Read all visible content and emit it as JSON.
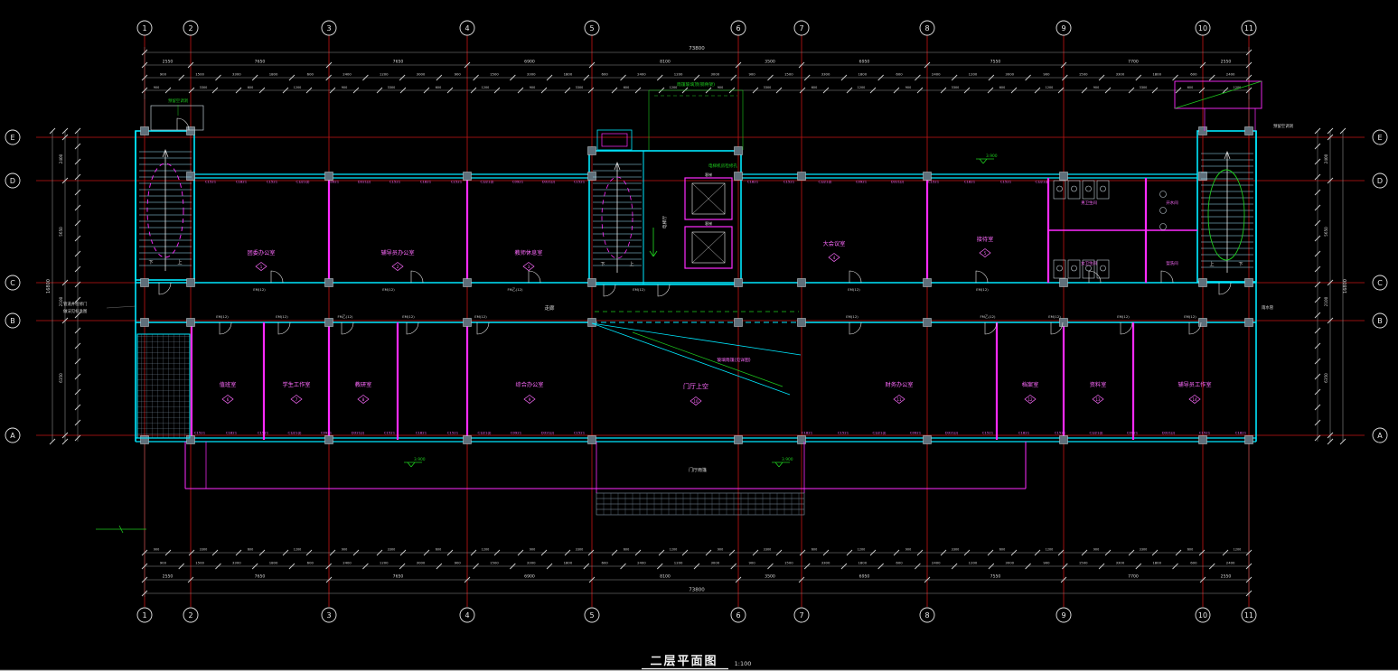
{
  "drawing": {
    "title": "二层平面图",
    "scale": "1:100"
  },
  "grid": {
    "top_labels": [
      "1",
      "2",
      "3",
      "4",
      "5",
      "6",
      "7",
      "8",
      "9",
      "10",
      "11"
    ],
    "bottom_labels": [
      "1",
      "2",
      "3",
      "4",
      "5",
      "6",
      "7",
      "8",
      "9",
      "10",
      "11"
    ],
    "left_labels": [
      "E",
      "D",
      "C",
      "B",
      "A"
    ],
    "right_labels": [
      "E",
      "D",
      "C",
      "B",
      "A"
    ]
  },
  "rooms": {
    "top": [
      {
        "name": "团委办公室",
        "tag": "1"
      },
      {
        "name": "辅导员办公室",
        "tag": "2"
      },
      {
        "name": "教师休息室",
        "tag": "3"
      },
      {
        "name": "大会议室",
        "tag": "4"
      },
      {
        "name": "接待室",
        "tag": "5"
      }
    ],
    "service": [
      {
        "name": "男卫生间"
      },
      {
        "name": "女卫生间"
      },
      {
        "name": "开水间"
      },
      {
        "name": "盥洗间"
      }
    ],
    "bottom": [
      {
        "name": "值班室",
        "tag": "6"
      },
      {
        "name": "学生工作室",
        "tag": "7"
      },
      {
        "name": "教研室",
        "tag": "8"
      },
      {
        "name": "综合办公室",
        "tag": "9"
      },
      {
        "name": "门厅上空",
        "tag": "10"
      },
      {
        "name": "财务办公室",
        "tag": "11"
      },
      {
        "name": "档案室",
        "tag": "12"
      },
      {
        "name": "资料室",
        "tag": "13"
      },
      {
        "name": "辅导员工作室",
        "tag": "14"
      }
    ]
  },
  "stairs": {
    "up": "上",
    "down": "下"
  },
  "elevator": {
    "label": "客梯",
    "hall": "电梯厅"
  },
  "corridor_label": "走廊",
  "annotations": {
    "glass_canopy": "雨篷玻璃顶(钢骨架)",
    "hatch_note": "电梯机房检修孔",
    "canopy_note": "玻璃雨篷(见详图)",
    "entrance_canopy": "门厅雨篷",
    "left_note1": "管道井检修门",
    "left_note2": "做法见标准图",
    "roof_note_left": "预留空调洞",
    "roof_note_right": "预留空调洞",
    "rain_pipe": "雨水管"
  },
  "levels": [
    {
      "value": "3.900"
    },
    {
      "value": "3.900"
    },
    {
      "value": "3.900"
    }
  ],
  "dimensions": {
    "overall_top": "73800",
    "overall_bottom": "73800",
    "overall_left": "16800",
    "overall_right": "16800",
    "spans_top": [
      "2550",
      "7650",
      "7650",
      "6900",
      "8100",
      "3500",
      "6950",
      "7550",
      "7700",
      "2550"
    ],
    "spans_bottom": [
      "2550",
      "7650",
      "7650",
      "6900",
      "8100",
      "3500",
      "6950",
      "7550",
      "7700",
      "2550"
    ],
    "spans_left": [
      "2400",
      "5650",
      "2100",
      "6350"
    ],
    "spans_right": [
      "2400",
      "5650",
      "2100",
      "6350"
    ],
    "minor_cycle": [
      "900",
      "1500",
      "3300",
      "1800",
      "600",
      "2400",
      "1200",
      "3000"
    ]
  },
  "window_codes": {
    "cycle": [
      "C1521",
      "C1821",
      "C1521",
      "C1J21(J)",
      "C0921",
      "D321(J)"
    ]
  },
  "door_codes": {
    "cycle": [
      "EM(12)",
      "EM(12)",
      "FM乙(12)",
      "EM(12)"
    ]
  }
}
